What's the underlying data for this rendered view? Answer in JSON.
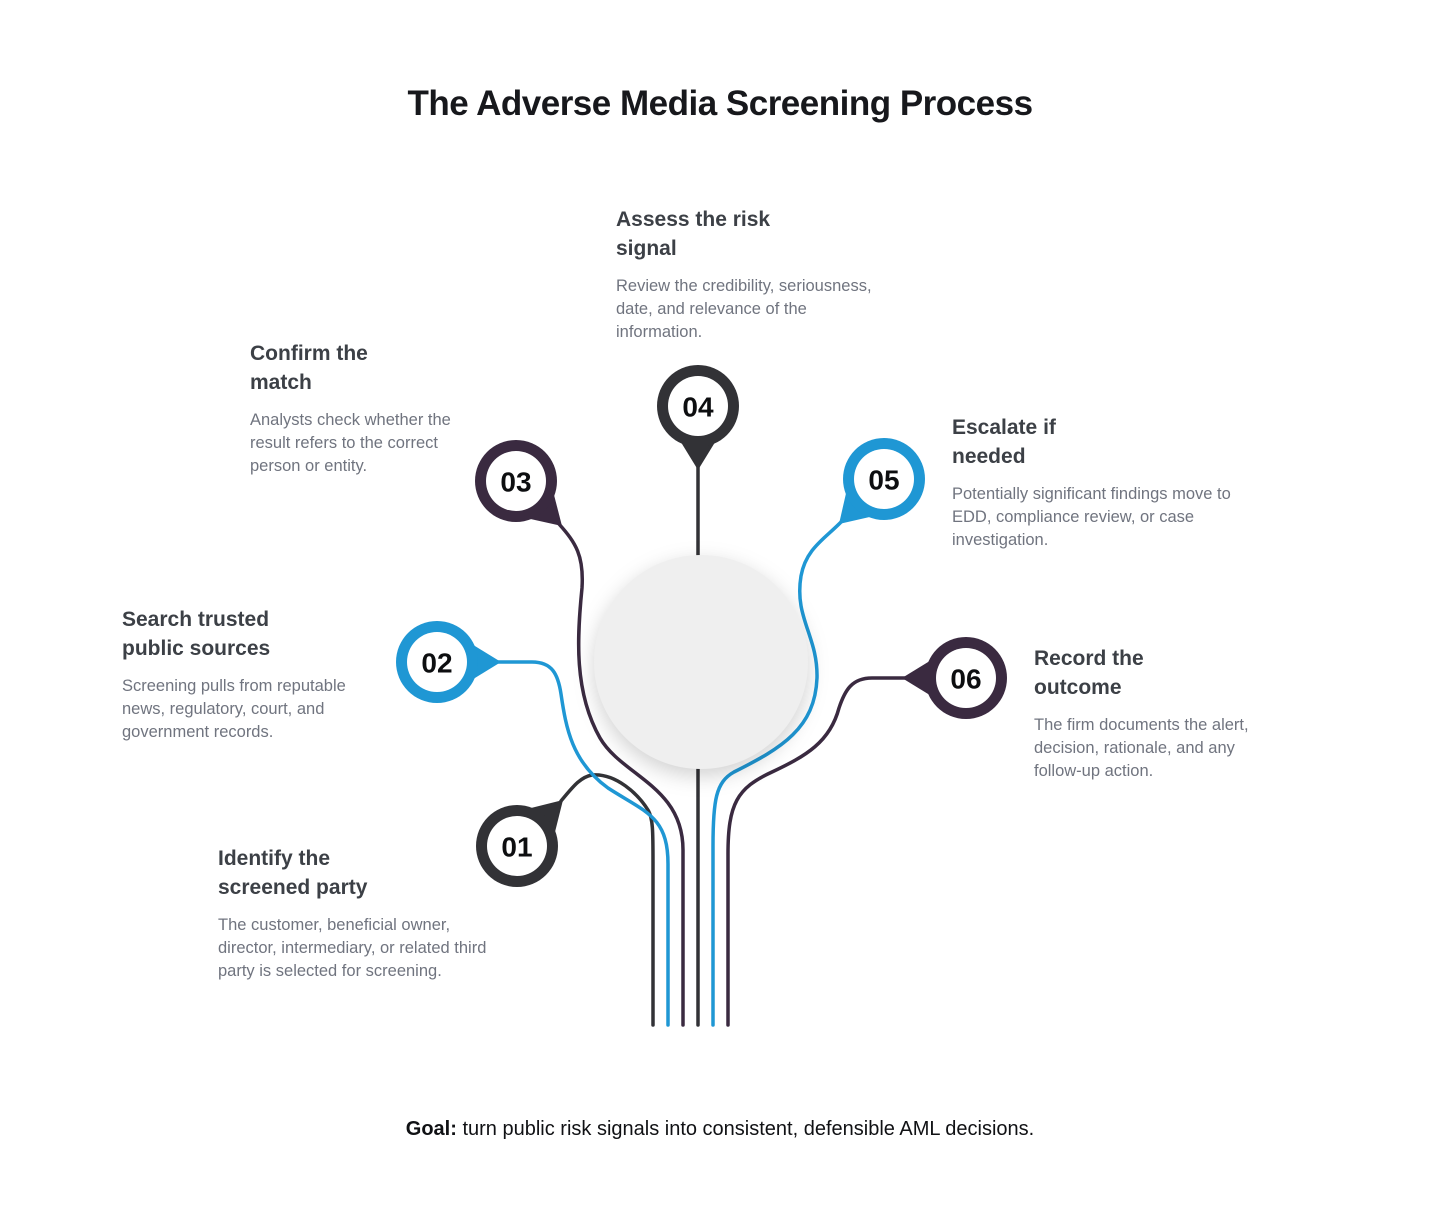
{
  "title": "The Adverse Media Screening Process",
  "goal": {
    "label": "Goal:",
    "text": " turn public risk signals into consistent, defensible AML decisions."
  },
  "colors": {
    "dark": "#323236",
    "blue": "#1f97d4",
    "plum": "#3a2a40",
    "hub_fill": "#efefef",
    "title_text": "#17181c",
    "step_title_text": "#3c4046",
    "step_desc_text": "#70747f"
  },
  "steps": [
    {
      "number": "01",
      "title": "Identify the screened party",
      "description": "The customer, beneficial owner, director, intermediary, or related third party is selected for screening.",
      "color": "#323236"
    },
    {
      "number": "02",
      "title": "Search trusted public sources",
      "description": "Screening pulls from reputable news, regulatory, court, and government records.",
      "color": "#1f97d4"
    },
    {
      "number": "03",
      "title": "Confirm the match",
      "description": "Analysts check whether the result refers to the correct person or entity.",
      "color": "#3a2a40"
    },
    {
      "number": "04",
      "title": "Assess the risk signal",
      "description": "Review the credibility, seriousness, date, and relevance of the information.",
      "color": "#323236"
    },
    {
      "number": "05",
      "title": "Escalate if needed",
      "description": "Potentially significant findings move to EDD, compliance review, or case investigation.",
      "color": "#1f97d4"
    },
    {
      "number": "06",
      "title": "Record the outcome",
      "description": "The firm documents the alert, decision, rationale, and any follow-up action.",
      "color": "#3a2a40"
    }
  ]
}
